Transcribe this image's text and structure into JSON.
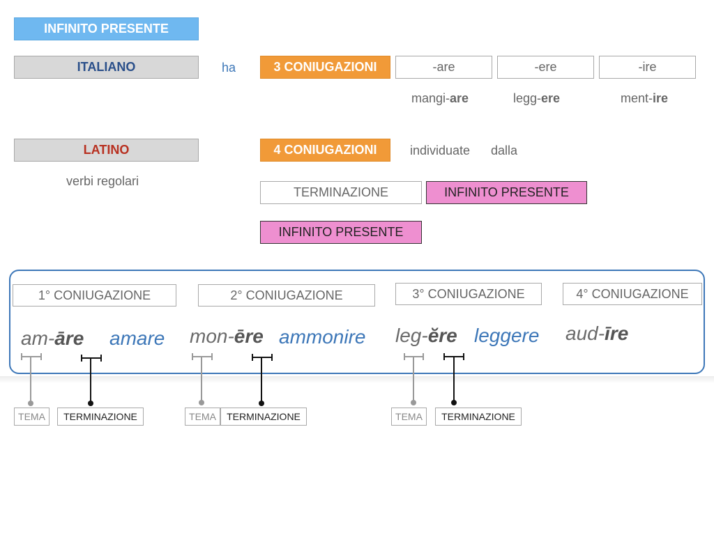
{
  "header": {
    "title": "INFINITO PRESENTE"
  },
  "italian": {
    "label": "ITALIANO",
    "verb": "ha",
    "conj_count": "3 CONIUGAZIONI",
    "endings": [
      "-are",
      "-ere",
      "-ire"
    ],
    "examples": [
      {
        "stem": "mangi-",
        "ending": "are"
      },
      {
        "stem": "legg-",
        "ending": "ere"
      },
      {
        "stem": "ment-",
        "ending": "ire"
      }
    ]
  },
  "latin": {
    "label": "LATINO",
    "note": "verbi regolari",
    "conj_count": "4 CONIUGAZIONI",
    "identified": "individuate",
    "by": "dalla",
    "termination": "TERMINAZIONE",
    "infinitive_1": "INFINITO PRESENTE",
    "infinitive_2": "INFINITO PRESENTE"
  },
  "conjugations": [
    {
      "label": "1° CONIUGAZIONE",
      "stem": "am-",
      "ending": "āre",
      "gloss": "amare"
    },
    {
      "label": "2° CONIUGAZIONE",
      "stem": "mon-",
      "ending": "ēre",
      "gloss": "ammonire"
    },
    {
      "label": "3° CONIUGAZIONE",
      "stem": "leg-",
      "ending": "ĕre",
      "gloss": "leggere"
    },
    {
      "label": "4° CONIUGAZIONE",
      "stem": "aud-",
      "ending": "īre",
      "gloss": ""
    }
  ],
  "legend": {
    "tema": "TEMA",
    "terminazione": "TERMINAZIONE"
  },
  "colors": {
    "title_bg": "#6fb8f0",
    "italiano_text": "#2a4f8a",
    "latino_text": "#b83020",
    "orange": "#f19a38",
    "pink": "#ee8fd0",
    "frame": "#3d77b8"
  }
}
